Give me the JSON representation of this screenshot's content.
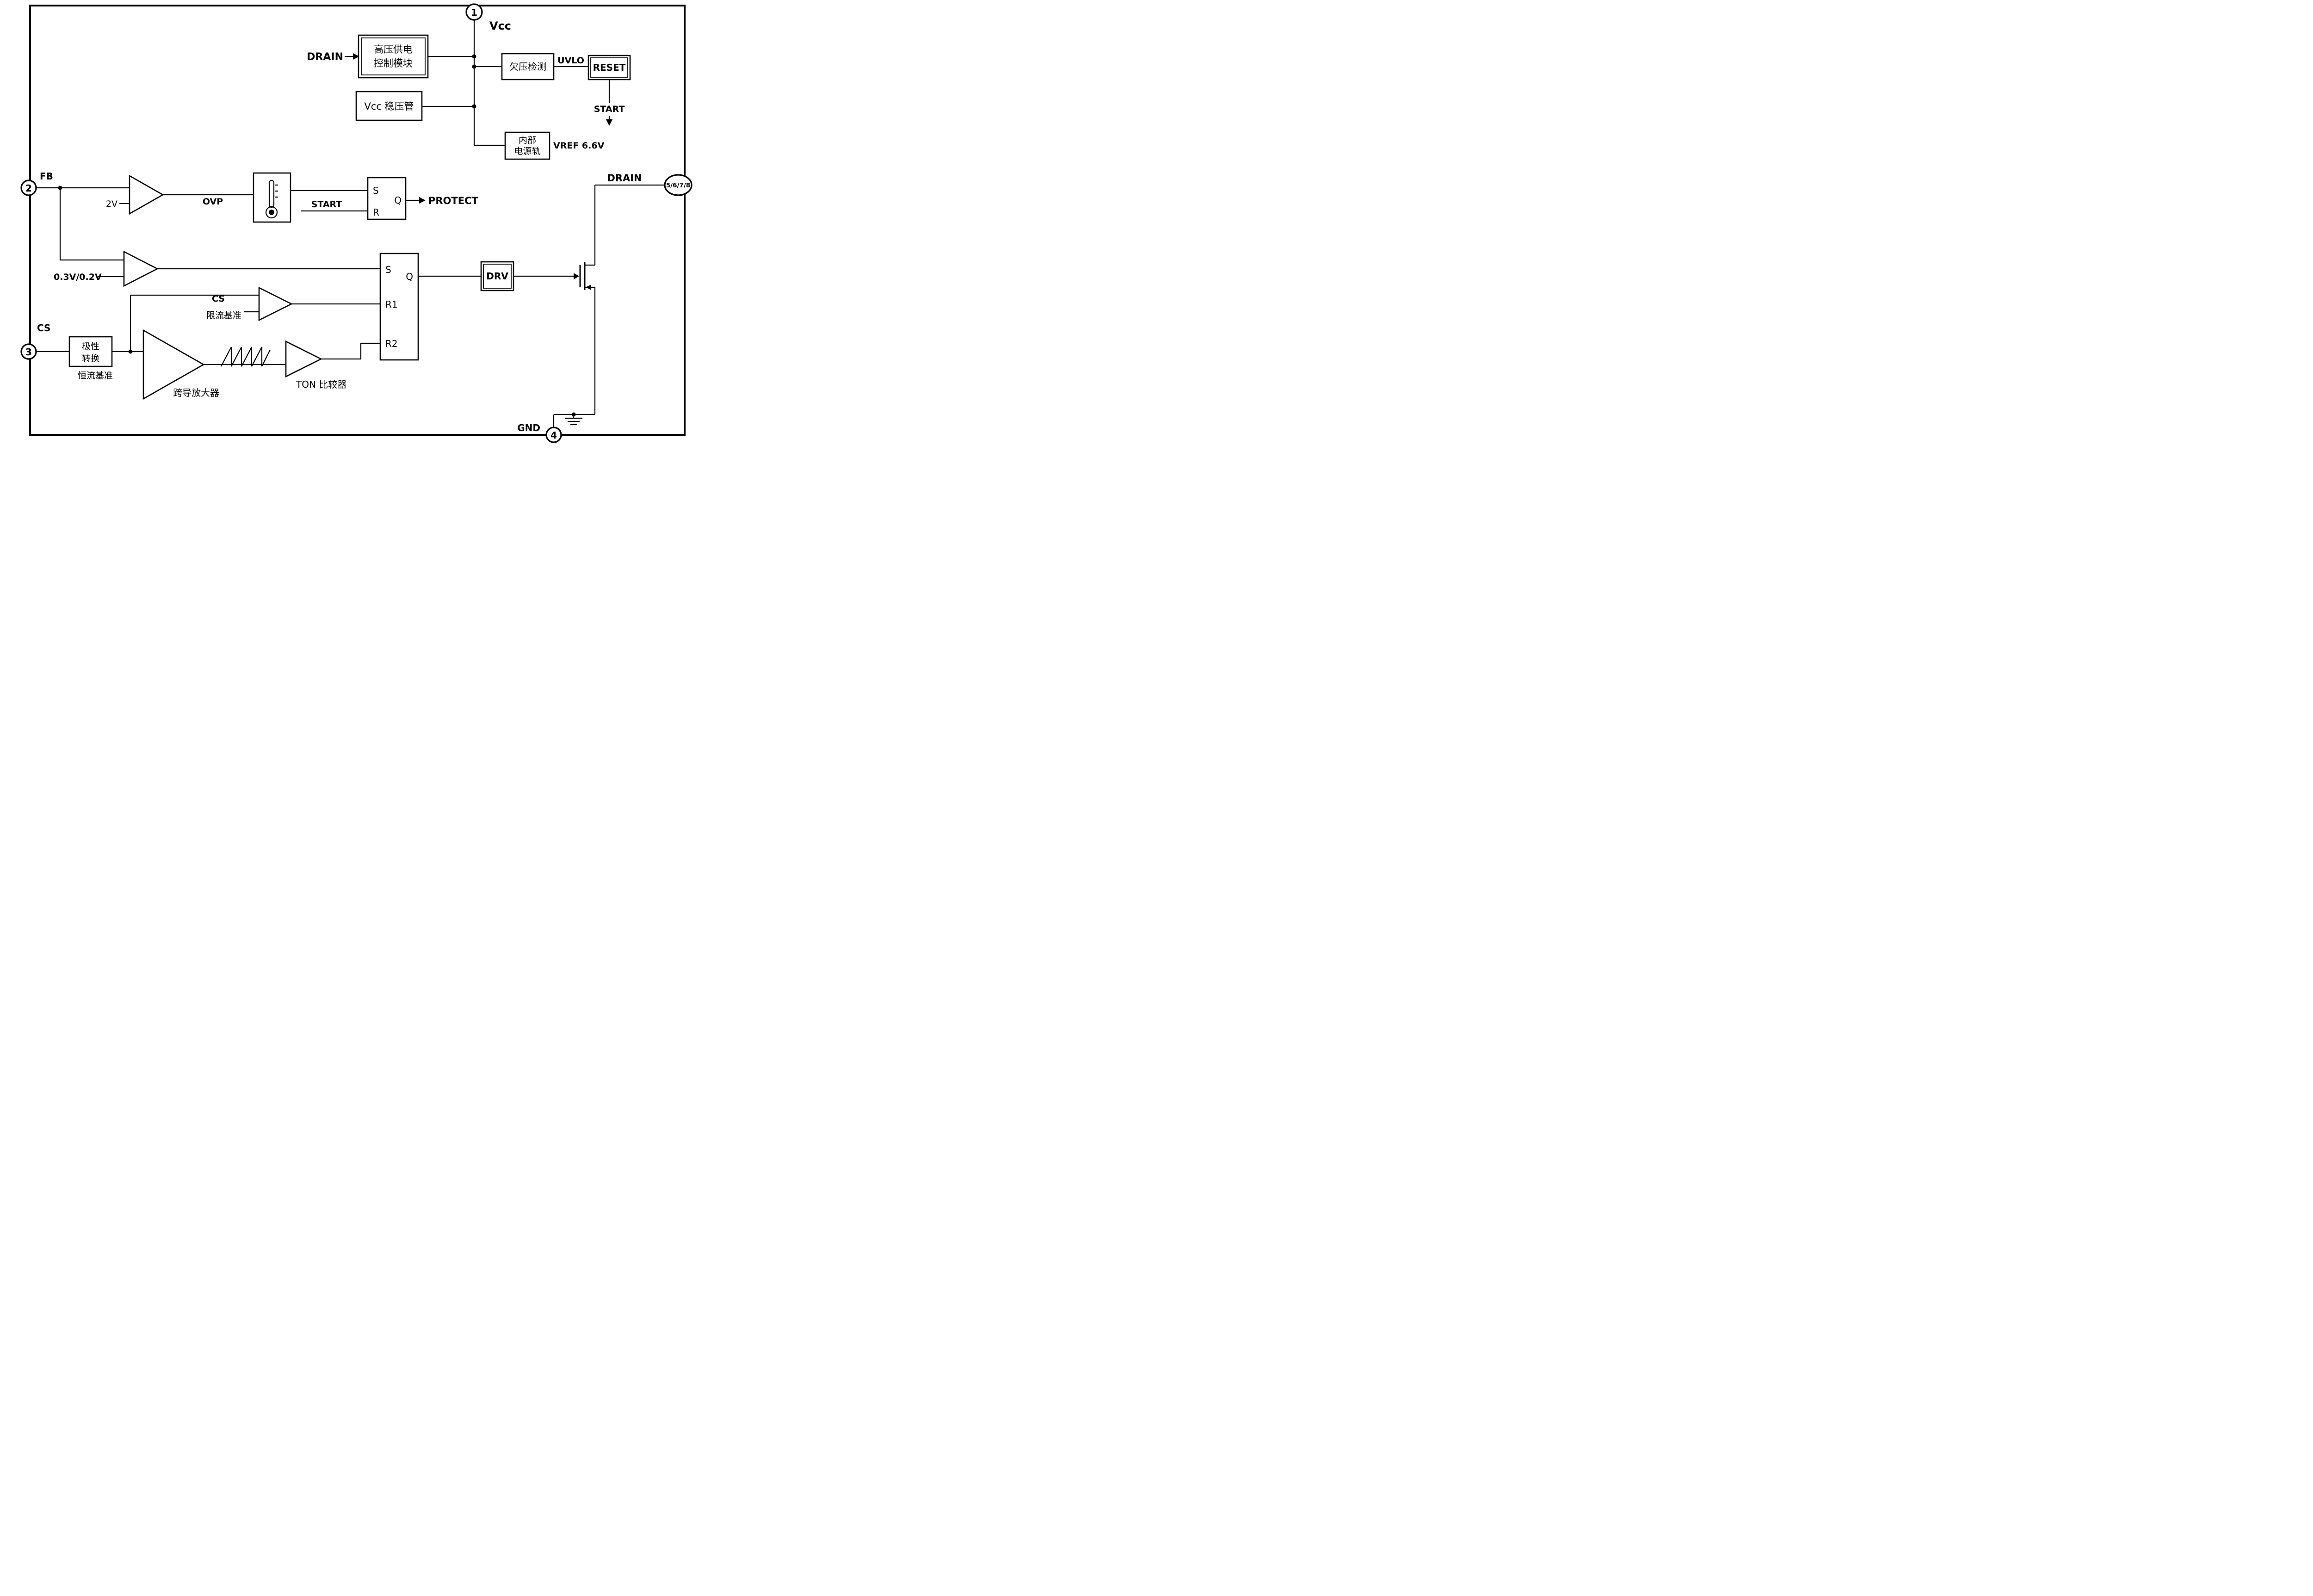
{
  "pins": {
    "pin1": {
      "number": "1",
      "label": "Vcc"
    },
    "pin2": {
      "number": "2",
      "label": "FB"
    },
    "pin3": {
      "number": "3",
      "label": "CS"
    },
    "pin4": {
      "number": "4",
      "label": "GND"
    },
    "pin5678": {
      "number": "5/6/7/8",
      "label": "DRAIN"
    }
  },
  "blocks": {
    "hv_supply_line1": "高压供电",
    "hv_supply_line2": "控制模块",
    "vcc_regulator": "Vcc 稳压管",
    "uvlo_detect": "欠压检测",
    "reset": "RESET",
    "internal_rail_line1": "内部",
    "internal_rail_line2": "电源轨",
    "polarity_line1": "极性",
    "polarity_line2": "转换",
    "drv": "DRV"
  },
  "labels": {
    "drain_in": "DRAIN",
    "uvlo": "UVLO",
    "start_top": "START",
    "vref": "VREF 6.6V",
    "fb_threshold": "2V",
    "ovp": "OVP",
    "start_mid": "START",
    "protect": "PROTECT",
    "fb_ref": "0.3V/0.2V",
    "cs_signal": "CS",
    "current_limit_ref": "限流基准",
    "constant_current_ref": "恒流基准",
    "gm_amp": "跨导放大器",
    "ton_comparator": "TON 比较器"
  },
  "latch1": {
    "s": "S",
    "r": "R",
    "q": "Q"
  },
  "latch2": {
    "s": "S",
    "q": "Q",
    "r1": "R1",
    "r2": "R2"
  }
}
